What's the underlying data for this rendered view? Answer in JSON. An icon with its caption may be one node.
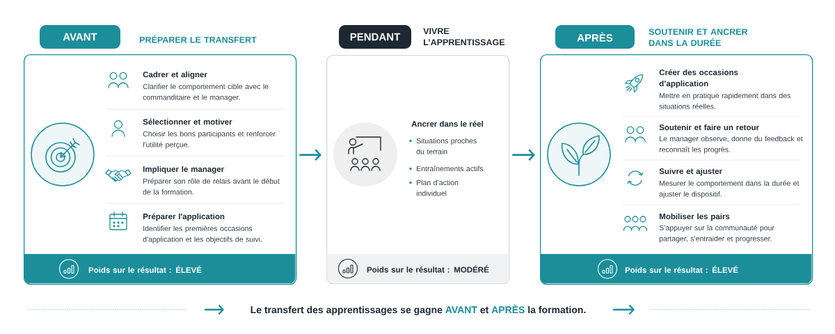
{
  "diagram": {
    "caption": "Le transfert des apprentissages se gagne **AVANT** et **APRÈS** la formation.",
    "nodes": [
      {
        "text": [
          "AVANT"
        ],
        "beside": [
          "PRÉPARER LE TRANSFERT"
        ]
      },
      {
        "text": [
          "Cadrer et aligner",
          "Clarifier le comportement cible avec le commanditaire et le manager.",
          "Sélectionner et motiver",
          "Choisir les bons participants et renforcer l'utilité perçue.",
          "Impliquer le manager",
          "Préparer son rôle de relais avant le début de la formation.",
          "Préparer l'application",
          "Identifier les premières occasions d'application et les objectifs de suivi."
        ]
      },
      {
        "text": [
          "Poids sur le résultat : ÉLEVÉ"
        ],
        "in": 1
      },
      {
        "text": [
          "PENDANT"
        ],
        "beside": [
          "VIVRE L’APPRENTISSAGE"
        ]
      },
      {
        "text": [
          "Ancrer dans le réel",
          "Situations proches du terrain",
          "Entraînements actifs",
          "Plan d’action individuel"
        ]
      },
      {
        "text": [
          "Poids sur le résultat : MODÉRÉ"
        ],
        "in": 4
      },
      {
        "text": [
          "APRÈS"
        ],
        "beside": [
          "SOUTENIR ET ANCRER DANS LA DURÉE"
        ]
      },
      {
        "text": [
          "Créer des occasions d’application",
          "Mettre en pratique rapidement dans des situations réelles.",
          "Soutenir et faire un retour",
          "Le manager observe, donne du feedback et reconnaît les progrès.",
          "Suivre et ajuster",
          "Mesurer le comportement dans la durée et ajuster le dispositif.",
          "Mobiliser les pairs",
          "S’appuyer sur la communauté pour partager, s’entraider et progresser."
        ]
      },
      {
        "text": [
          "Poids sur le résultat : ÉLEVÉ"
        ],
        "in": 7
      }
    ],
    "edges": [
      {
        "from": 1,
        "to": 4,
        "arrow": "to"
      },
      {
        "from": 4,
        "to": 7,
        "arrow": "to"
      }
    ]
  }
}
